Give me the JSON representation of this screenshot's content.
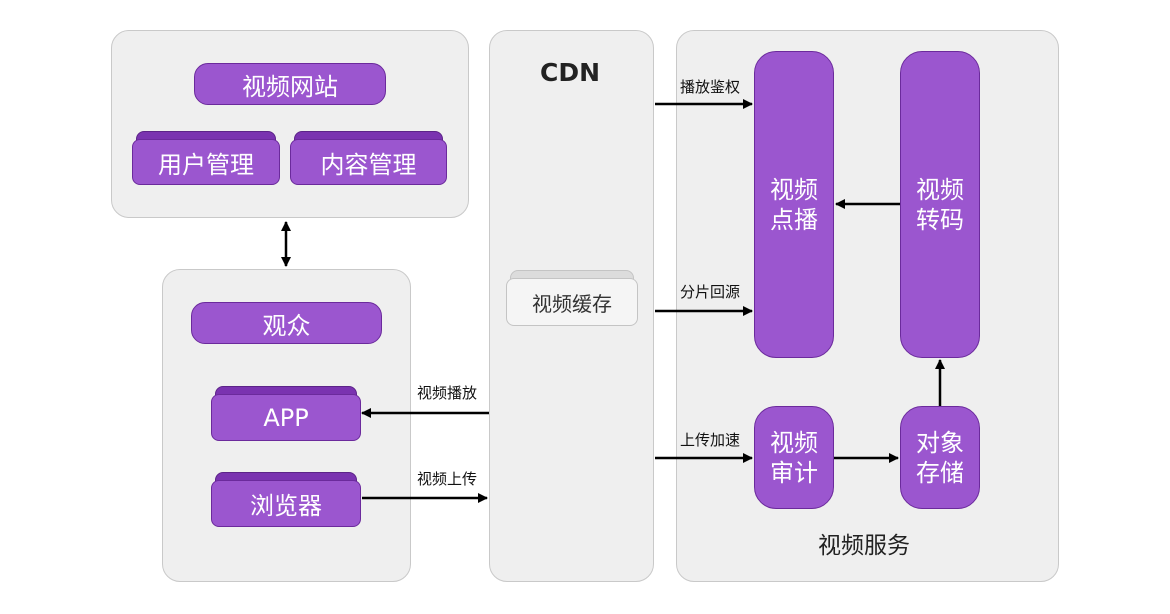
{
  "website_group": {
    "title": "视频网站",
    "user_mgmt": "用户管理",
    "content_mgmt": "内容管理"
  },
  "audience_group": {
    "title": "观众",
    "app": "APP",
    "browser": "浏览器"
  },
  "cdn_group": {
    "title": "CDN",
    "cache": "视频缓存"
  },
  "service_group": {
    "title": "视频服务",
    "vod": "视频点播",
    "transcode": "视频转码",
    "review": "视频审计",
    "storage": "对象存储"
  },
  "edges": {
    "play_auth": "播放鉴权",
    "segment_origin": "分片回源",
    "video_play": "视频播放",
    "video_upload": "视频上传",
    "upload_accel": "上传加速"
  },
  "colors": {
    "node_fill": "#9b56cf",
    "node_border": "#6b2a9c",
    "panel_fill": "#efefef",
    "arrow": "#000000"
  }
}
